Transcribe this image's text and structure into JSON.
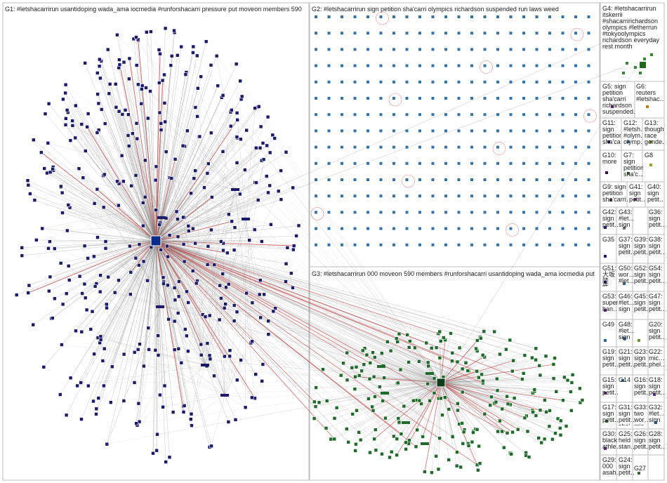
{
  "groups": {
    "g1": {
      "title": "G1: #letshacarrirun usantidoping wada_ama iocmedia #runforshacarri pressure put moveon members 590"
    },
    "g2": {
      "title": "G2: #letshacarrirun sign petition sha'carri olympics richardson suspended run laws weed"
    },
    "g3": {
      "title": "G3: #letshacarrirun 000 moveon 590 members #runforshacarri usantidoping wada_ama iocmedia put"
    },
    "g4": {
      "title": "G4: #letshacarrirun itskerrii #shacarririchardson olympics #letherrun #tokyoolympics richardson everyday rest month"
    },
    "g5": {
      "title": "G5: sign petition sha'carri richardson suspended…"
    },
    "g6": {
      "title": "G6: reuters #letshac…"
    },
    "g7": {
      "title": "G7: sign petition sha'c…"
    },
    "g8": {
      "title": "G8"
    },
    "g9": {
      "title": "G9: sign petition sha'carri…"
    },
    "g10": {
      "title": "G10: more"
    },
    "g11": {
      "title": "G11: sign petition sha'ca…"
    },
    "g12": {
      "title": "G12: #letsh… #olym… olymp…"
    },
    "g13": {
      "title": "G13: thought race gende…"
    },
    "g14": {
      "title": "G14"
    },
    "g15": {
      "title": "G15: sign petit…"
    },
    "g16": {
      "title": "G16: sign petit…"
    },
    "g17": {
      "title": "G17: sign petit…"
    },
    "g18": {
      "title": "G18: sign petit…"
    },
    "g19": {
      "title": "G19: sign petit…"
    },
    "g20": {
      "title": "G20: sign petit…"
    },
    "g21": {
      "title": "G21: sign petit…"
    },
    "g22": {
      "title": "G22: mic… phel…"
    },
    "g23": {
      "title": "G23: sign petit…"
    },
    "g24": {
      "title": "G24: sign petit…"
    },
    "g25": {
      "title": "G25: held stan…"
    },
    "g26": {
      "title": "G26: sign petit…"
    },
    "g27": {
      "title": "G27"
    },
    "g28": {
      "title": "G28: sign petit…"
    },
    "g29": {
      "title": "G29: 000 asah…"
    },
    "g30": {
      "title": "G30: black athle…"
    },
    "g31": {
      "title": "G31: sign petit… sha'…"
    },
    "g32": {
      "title": "G32: #let… sign"
    },
    "g33": {
      "title": "G33: two wor… mic…"
    },
    "g35": {
      "title": "G35"
    },
    "g36": {
      "title": "G36: sign petit…"
    },
    "g37": {
      "title": "G37: sign petit…"
    },
    "g38": {
      "title": "G38: sign petit…"
    },
    "g39": {
      "title": "G39: sign petit…"
    },
    "g40": {
      "title": "G40: sign petit…"
    },
    "g41": {
      "title": "G41: sign petit…"
    },
    "g42": {
      "title": "G42: sign petit…"
    },
    "g43": {
      "title": "G43: #let… sign"
    },
    "g45": {
      "title": "G45: sign petit…"
    },
    "g46": {
      "title": "G46: #let… sign"
    },
    "g47": {
      "title": "G47: sign petit…"
    },
    "g48": {
      "title": "G48: #let… sign"
    },
    "g49": {
      "title": "G49"
    },
    "g50": {
      "title": "G50: wor… #let…"
    },
    "g51": {
      "title": "G51: 大坂 陸性…"
    },
    "g52": {
      "title": "G52: sign petit…"
    },
    "g53": {
      "title": "G53: super ban…"
    },
    "g54": {
      "title": "G54: sign petit…"
    }
  },
  "colors": {
    "g1_node": "#1b1b6b",
    "g2_node": "#0d5c9e",
    "g3_node": "#1f6b2a",
    "edge": "#8a8a8a",
    "edge_red": "#d03a3a",
    "panel_border": "#bdbdbd"
  }
}
